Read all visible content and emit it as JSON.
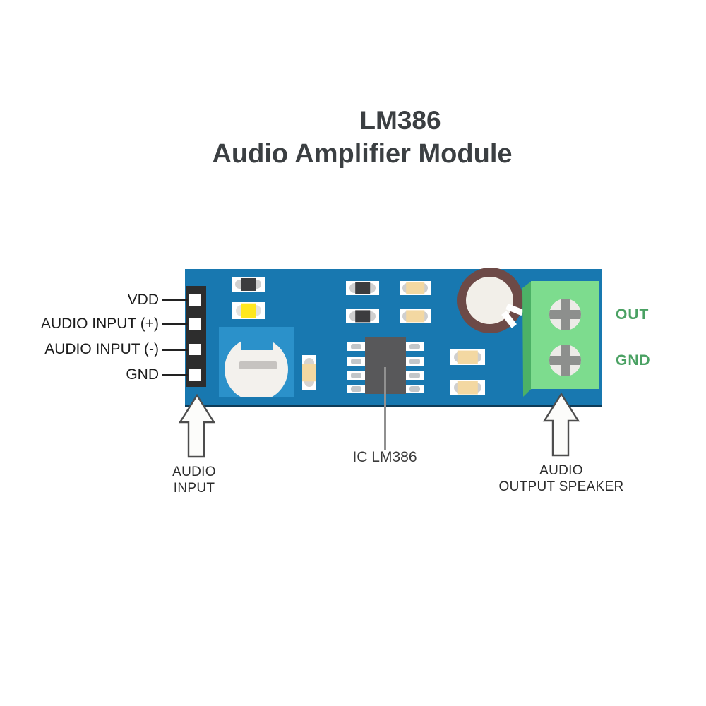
{
  "title": {
    "line1": "LM386",
    "line2": "Audio Amplifier Module"
  },
  "left_pins": {
    "items": [
      {
        "label": "VDD"
      },
      {
        "label": "AUDIO INPUT (+)"
      },
      {
        "label": "AUDIO INPUT (-)"
      },
      {
        "label": "GND"
      }
    ]
  },
  "board": {
    "ic_label": "IC LM386",
    "terminal": {
      "out_label": "OUT",
      "gnd_label": "GND"
    }
  },
  "annotations": {
    "input_arrow": {
      "line1": "AUDIO",
      "line2": "INPUT"
    },
    "output_arrow": {
      "line1": "AUDIO",
      "line2": "OUTPUT SPEAKER"
    }
  },
  "colors": {
    "board_blue": "#1878b0",
    "board_edge": "#0d3b58",
    "potentiometer_blue": "#2b91ca",
    "terminal_green": "#7ddc8e",
    "terminal_side_green": "#4cb166",
    "terminal_text_green": "#4aa163",
    "capacitor_brown": "#6d4a47",
    "smd_tan": "#f3d8a2",
    "led_yellow": "#ffe71e",
    "ic_gray": "#58585a",
    "header_black": "#2d2d2d",
    "title_text": "#3b3f42"
  }
}
